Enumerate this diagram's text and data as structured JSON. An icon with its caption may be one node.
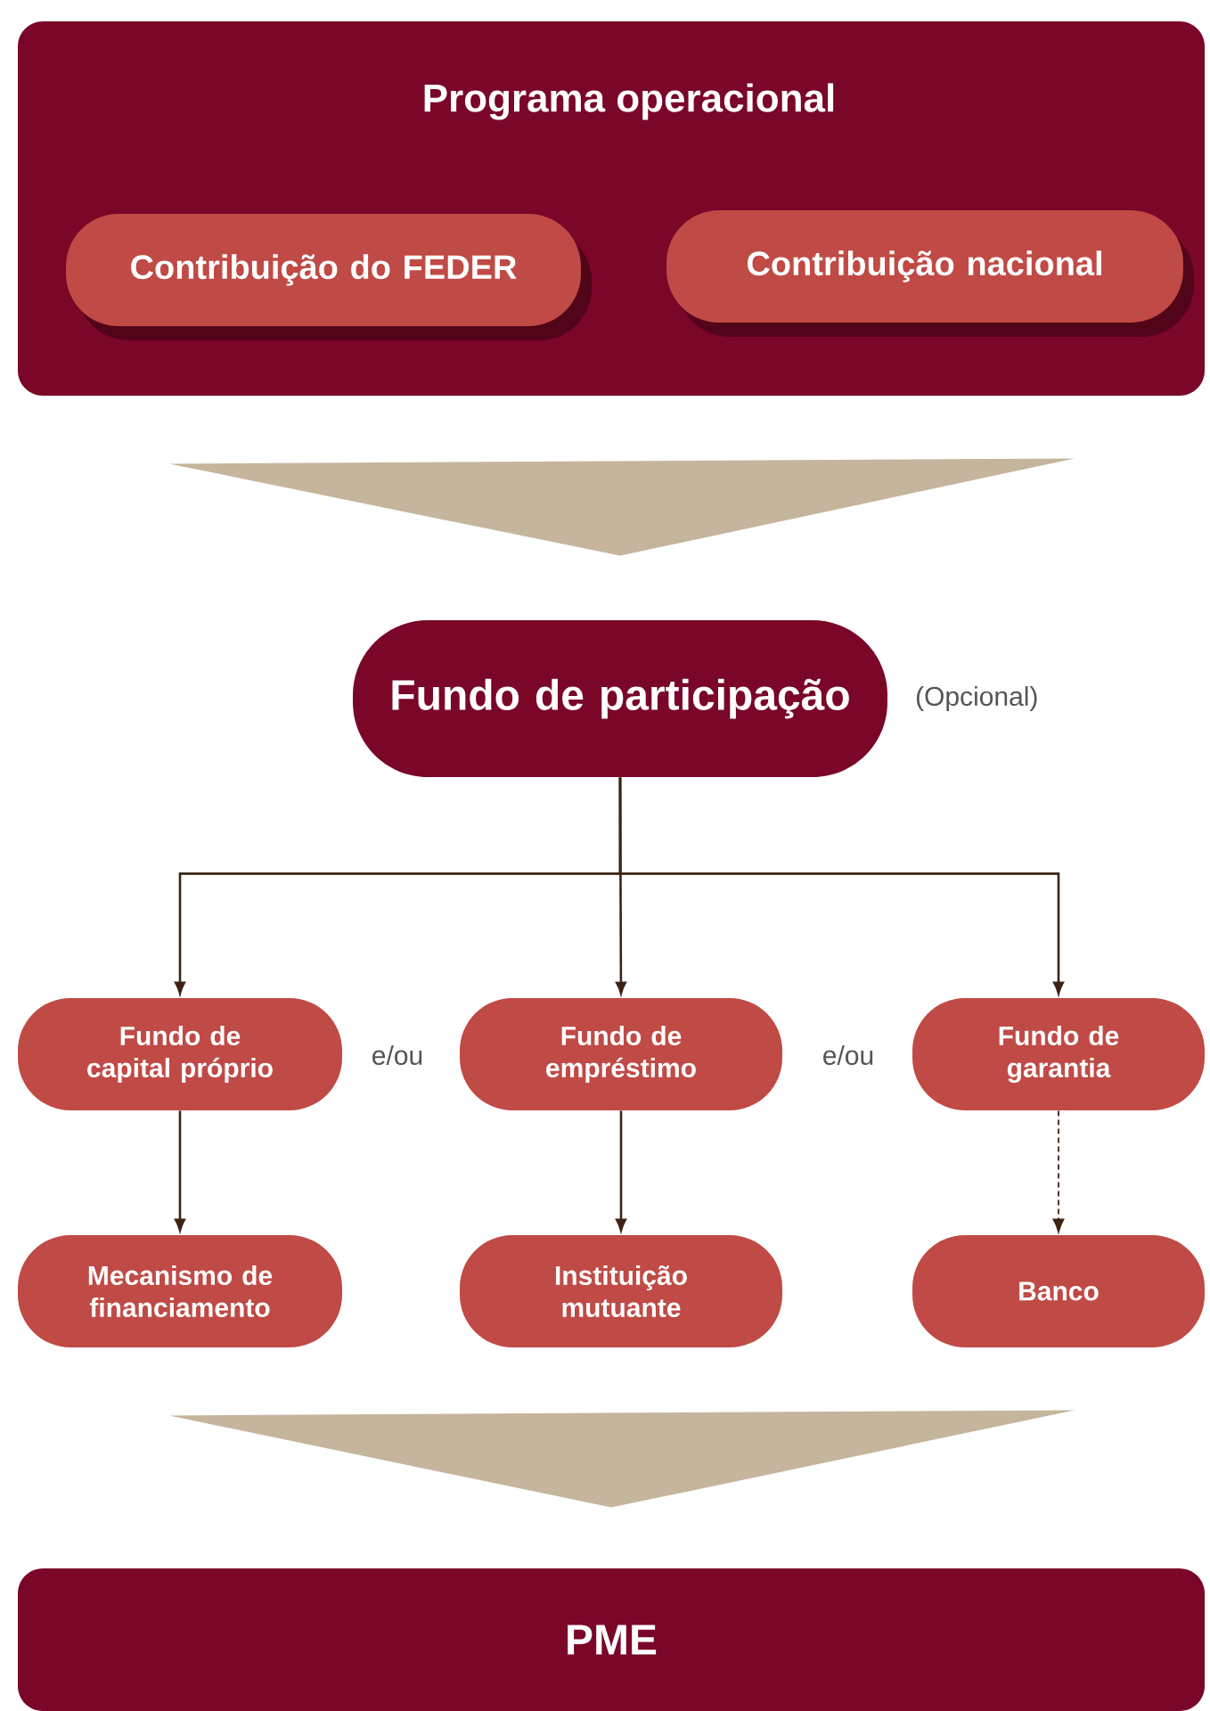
{
  "diagram": {
    "nodes": [
      {
        "text": [
          "Programa operacional"
        ]
      },
      {
        "text": [
          "Contribuição do FEDER"
        ],
        "in": 0
      },
      {
        "text": [
          "Contribuição nacional"
        ],
        "in": 0
      },
      {
        "text": [
          "Fundo de participação"
        ],
        "beside": [
          "(Opcional)"
        ]
      },
      {
        "text": [
          "Fundo de capital próprio"
        ]
      },
      {
        "text": [
          "Fundo de empréstimo"
        ]
      },
      {
        "text": [
          "Fundo de garantia"
        ]
      },
      {
        "text": [
          "Mecanismo de financiamento"
        ]
      },
      {
        "text": [
          "Instituição mutuante"
        ]
      },
      {
        "text": [
          "Banco"
        ]
      },
      {
        "text": [
          "PME"
        ]
      }
    ],
    "edges": [
      {
        "from": 0,
        "to": 3,
        "arrow": "to"
      },
      {
        "from": 3,
        "to": 4,
        "arrow": "to"
      },
      {
        "from": 3,
        "to": 5,
        "arrow": "to"
      },
      {
        "from": 3,
        "to": 6,
        "arrow": "to"
      },
      {
        "from": 4,
        "to": 7,
        "arrow": "to"
      },
      {
        "from": 5,
        "to": 8,
        "arrow": "to"
      },
      {
        "from": 6,
        "to": 9,
        "arrow": "to",
        "style": "dashed"
      },
      {
        "from": 8,
        "to": 10,
        "arrow": "to"
      }
    ],
    "labels": [
      "e/ou",
      "e/ou"
    ]
  }
}
